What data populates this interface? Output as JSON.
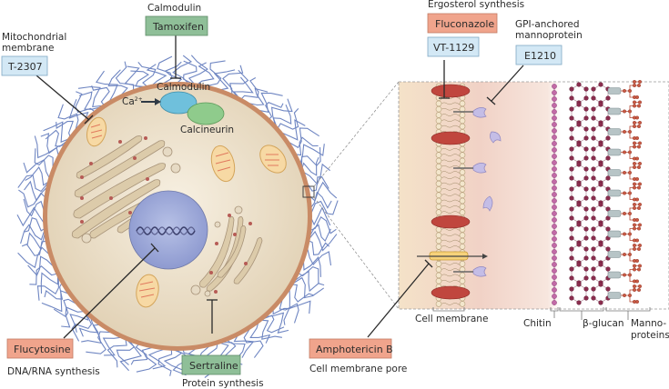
{
  "diagram": {
    "title": "Antifungal drug targets in the fungal cell",
    "colors": {
      "drug_green": "#8fbf98",
      "drug_salmon": "#f0a48c",
      "drug_blue": "#d3e8f5",
      "cytoplasm": "#e9dcc4",
      "cell_wall": "#c98b66",
      "nucleus": "#9aa6d6",
      "mannan": "#6f86c2",
      "ergosterol": "#c0463e",
      "chitin": "#c26aa6",
      "glucan": "#8a2d4e",
      "mannoprotein": "#b2432f"
    },
    "targets": {
      "calmodulin_top": "Calmodulin",
      "mitochondrial": "Mitochondrial membrane",
      "mito_line1": "Mitochondrial",
      "mito_line2": "membrane",
      "ergosterol": "Ergosterol synthesis",
      "gpi_line1": "GPI-anchored",
      "gpi_line2": "mannoprotein",
      "dna_rna": "DNA/RNA synthesis",
      "protein": "Protein synthesis",
      "pore": "Cell membrane pore"
    },
    "drugs": {
      "tamoxifen": "Tamoxifen",
      "t2307": "T-2307",
      "fluconazole": "Fluconazole",
      "vt1129": "VT-1129",
      "e1210": "E1210",
      "flucytosine": "Flucytosine",
      "sertraline": "Sertraline",
      "amphotericin": "Amphotericin B"
    },
    "cell_labels": {
      "calmodulin": "Calmodulin",
      "ca_ion": "Ca",
      "ca_charge": "2+",
      "calcineurin": "Calcineurin"
    },
    "inset_labels": {
      "cell_membrane": "Cell membrane",
      "chitin": "Chitin",
      "beta_glucan": "β-glucan",
      "manno_line1": "Manno-",
      "manno_line2": "proteins"
    }
  }
}
